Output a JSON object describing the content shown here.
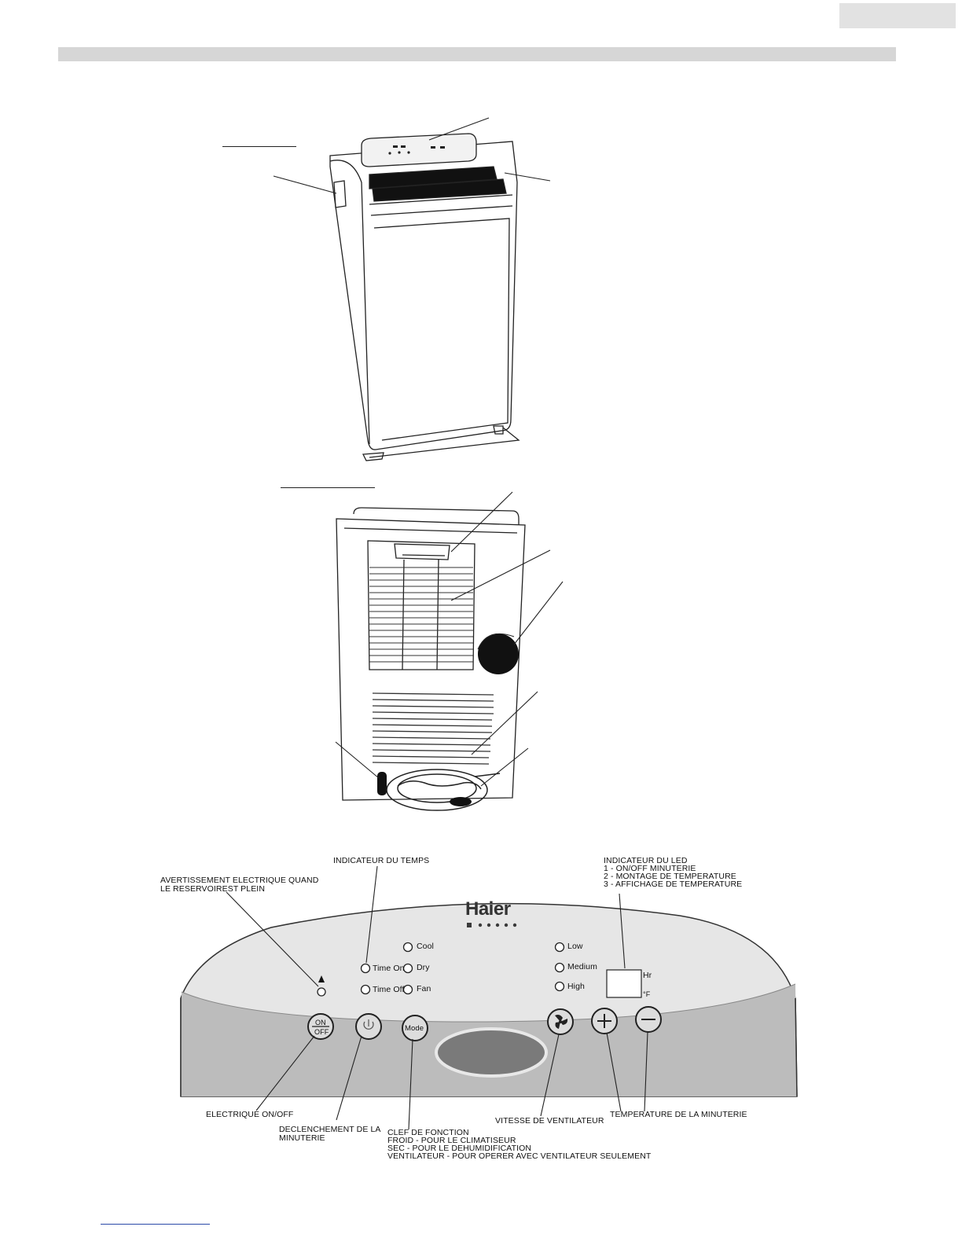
{
  "control_panel": {
    "brand": "Haier",
    "indicators": {
      "cool": "Cool",
      "time_on": "Time On",
      "dry": "Dry",
      "time_off": "Time Off",
      "fan": "Fan",
      "low": "Low",
      "medium": "Medium",
      "high": "High"
    },
    "display": {
      "hr": "Hr",
      "deg_f": "°F"
    },
    "buttons": {
      "on_label": "ON",
      "off_label": "OFF",
      "mode_label": "Mode"
    }
  },
  "annotations": {
    "warning": [
      "AVERTISSEMENT ELECTRIQUE QUAND",
      "LE RESERVOIREST PLEIN"
    ],
    "time_indicator": "INDICATEUR DU TEMPS",
    "led_indicator": [
      "INDICATEUR DU LED",
      "1 - ON/OFF MINUTERIE",
      "2 - MONTAGE DE TEMPERATURE",
      "3 - AFFICHAGE DE TEMPERATURE"
    ],
    "power": "ELECTRIQUE ON/OFF",
    "timer_trigger": [
      "DECLENCHEMENT DE LA",
      "MINUTERIE"
    ],
    "function_key": [
      "CLEF DE FONCTION",
      "FROID - POUR LE CLIMATISEUR",
      "SEC - POUR LE DEHUMIDIFICATION",
      "VENTILATEUR - POUR OPERER AVEC VENTILATEUR SEULEMENT"
    ],
    "fan_speed": "VITESSE DE VENTILATEUR",
    "timer_temperature": "TEMPERATURE DE LA MINUTERIE"
  },
  "colors": {
    "panel_top": "#e6e6e6",
    "panel_band": "#bcbcbc",
    "window": "#7a7a7a",
    "header_bar": "#d6d6d6"
  }
}
